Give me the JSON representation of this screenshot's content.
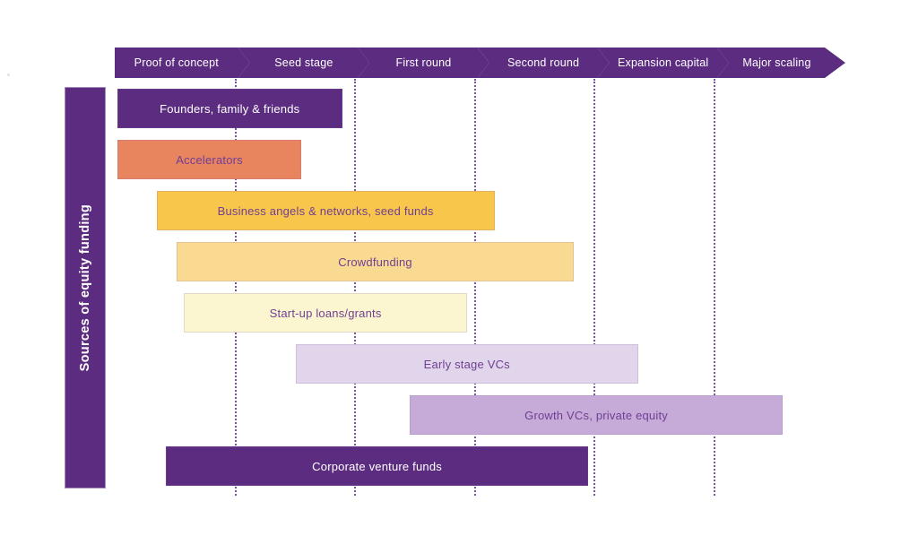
{
  "sidebar": {
    "label": "Sources of equity funding"
  },
  "stages": [
    {
      "label": "Proof of concept"
    },
    {
      "label": "Seed stage"
    },
    {
      "label": "First round"
    },
    {
      "label": "Second round"
    },
    {
      "label": "Expansion capital"
    },
    {
      "label": "Major scaling"
    }
  ],
  "funding_sources": [
    {
      "label": "Founders, family & friends",
      "color": "#5b2c80",
      "text_color": "#ffffff",
      "span": {
        "from": 0.02,
        "to": 1.9
      }
    },
    {
      "label": "Accelerators",
      "color": "#e8845e",
      "text_color": "#6f3f94",
      "span": {
        "from": 0.02,
        "to": 1.56
      }
    },
    {
      "label": "Business angels & networks, seed funds",
      "color": "#f8c64b",
      "text_color": "#6f3f94",
      "span": {
        "from": 0.35,
        "to": 3.17
      }
    },
    {
      "label": "Crowdfunding",
      "color": "#f9da90",
      "text_color": "#6f3f94",
      "span": {
        "from": 0.52,
        "to": 3.83
      }
    },
    {
      "label": "Start-up loans/grants",
      "color": "#fbf6cf",
      "text_color": "#6f3f94",
      "span": {
        "from": 0.58,
        "to": 2.94
      }
    },
    {
      "label": "Early stage VCs",
      "color": "#e0d5ea",
      "text_color": "#6f3f94",
      "span": {
        "from": 1.51,
        "to": 4.37
      }
    },
    {
      "label": "Growth VCs, private equity",
      "color": "#c6abd8",
      "text_color": "#6f3f94",
      "span": {
        "from": 2.46,
        "to": 5.58
      }
    },
    {
      "label": "Corporate venture funds",
      "color": "#5b2c80",
      "text_color": "#ffffff",
      "span": {
        "from": 0.43,
        "to": 3.95
      }
    }
  ],
  "colors": {
    "header": "#5b2c80",
    "sidebar": "#5b2c80",
    "dotted_line": "#7a54a0",
    "background": "#ffffff"
  }
}
